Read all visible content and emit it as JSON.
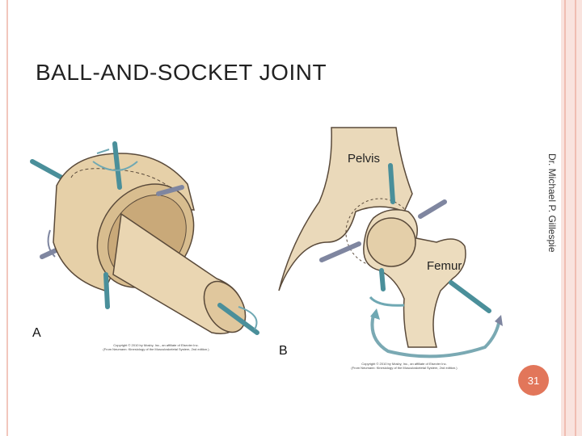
{
  "slide": {
    "title": "BALL-AND-SOCKET JOINT",
    "author": "Dr. Michael P. Gillespie",
    "number": "31"
  },
  "figure": {
    "panel_a": "A",
    "panel_b": "B",
    "label_pelvis": "Pelvis",
    "label_femur": "Femur",
    "copyright_a_line1": "Copyright © 2010 by Mosby, Inc., an affiliate of Elsevier Inc.",
    "copyright_a_line2": "(From Neumann: Kinesiology of the Musculoskeletal System, 2nd edition.)",
    "copyright_b_line1": "Copyright © 2010 by Mosby, Inc., an affiliate of Elsevier Inc.",
    "copyright_b_line2": "(From Neumann: Kinesiology of the Musculoskeletal System, 2nd edition.)"
  },
  "colors": {
    "bone": "#e9d6b3",
    "bone_edge": "#5a4a3a",
    "axis_teal": "#4a8f9a",
    "axis_gray": "#7f86a0",
    "accent": "#e2765a",
    "frame": "#f2c7bd"
  }
}
